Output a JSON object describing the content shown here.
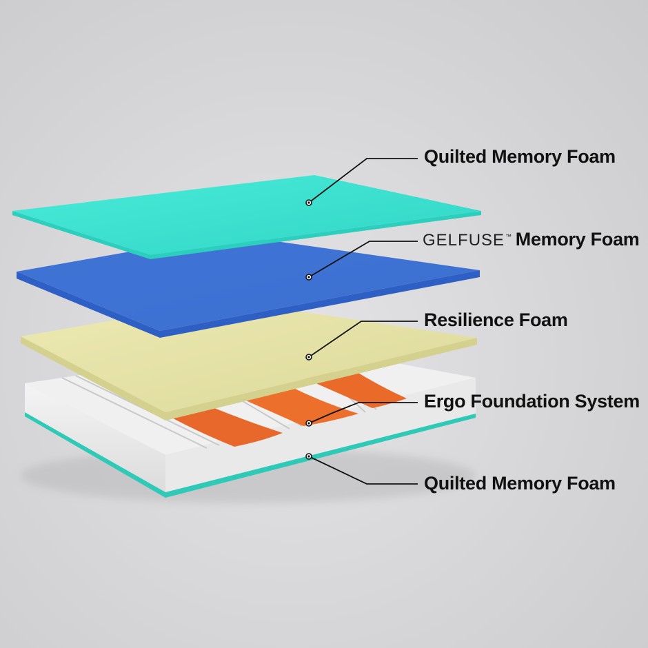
{
  "layers": [
    {
      "id": "top",
      "label": "Quilted Memory Foam",
      "color": "#3ee0cf"
    },
    {
      "id": "gel",
      "brand_prefix": "GEL",
      "brand_suffix": "FUSE",
      "trademark": "™",
      "label": "Memory Foam",
      "color": "#3f78d8"
    },
    {
      "id": "resilience",
      "label": "Resilience Foam",
      "color": "#e7e4a6"
    },
    {
      "id": "ergo",
      "label": "Ergo Foundation System",
      "color": "#e8672a"
    },
    {
      "id": "bottom",
      "label": "Quilted Memory Foam",
      "color": "#33cbb8"
    }
  ],
  "colors": {
    "background": "#d8d8da",
    "base_foam": "#f2f2f2",
    "leader_line": "#111111"
  }
}
